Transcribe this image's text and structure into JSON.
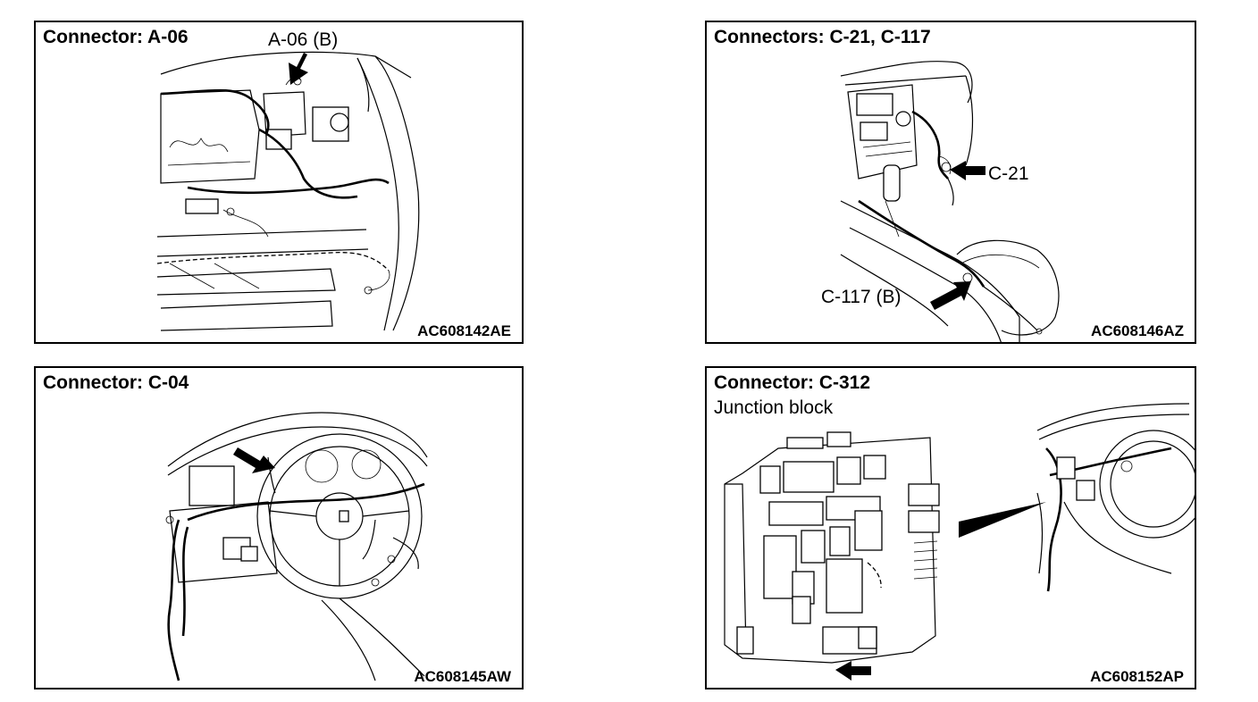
{
  "panels": [
    {
      "title": "Connector: A-06",
      "callouts": [
        "A-06 (B)"
      ],
      "code": "AC608142AE",
      "arrow_icon": "arrow-icon"
    },
    {
      "title": "Connectors: C-21, C-117",
      "callouts": [
        "C-21",
        "C-117 (B)"
      ],
      "code": "AC608146AZ",
      "arrow_icon": "arrow-icon"
    },
    {
      "title": "Connector: C-04",
      "callouts": [],
      "code": "AC608145AW",
      "arrow_icon": "arrow-icon"
    },
    {
      "title": "Connector: C-312",
      "subtitle": "Junction block",
      "callouts": [],
      "code": "AC608152AP",
      "arrow_icon": "arrow-icon"
    }
  ]
}
